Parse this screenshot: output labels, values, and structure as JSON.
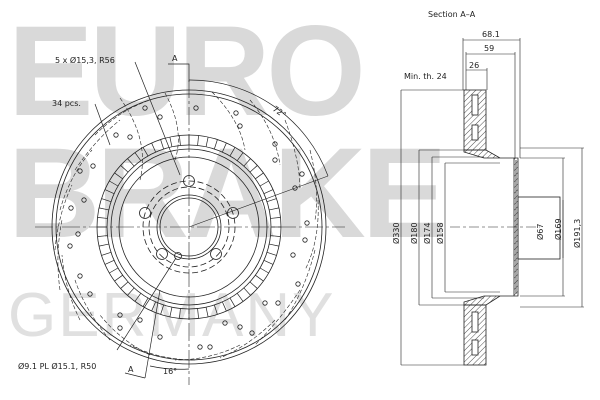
{
  "watermark": {
    "line1": "EURO",
    "line2": "BRAKE",
    "line3": "GERMANY"
  },
  "front_view": {
    "labels": {
      "bolt_holes": "5 x Ø15,3, R56",
      "drill_holes": "34 pcs.",
      "pilot_holes": "Ø9.1 PL Ø15.1, R50",
      "section_mark_top": "A",
      "section_mark_bottom": "A",
      "angle_top": "72°",
      "angle_bottom": "16°"
    }
  },
  "section_view": {
    "title": "Section A–A",
    "min_thickness": "Min. th. 24",
    "widths": [
      "68.1",
      "59",
      "26"
    ],
    "diameters_left": [
      "Ø330",
      "Ø180",
      "Ø174",
      "Ø158"
    ],
    "diameters_right": [
      "Ø67",
      "Ø169",
      "Ø191,3"
    ]
  },
  "colors": {
    "line": "#222222",
    "watermark": "#d9d9d9"
  }
}
